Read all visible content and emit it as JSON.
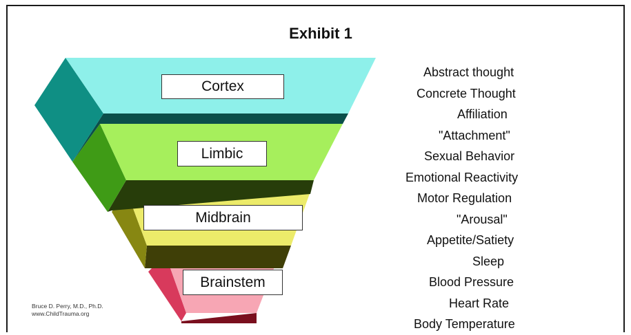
{
  "title": "Exhibit 1",
  "layers": [
    {
      "name": "Cortex",
      "color": "#8ef0ea"
    },
    {
      "name": "Limbic",
      "color": "#a6ef5c"
    },
    {
      "name": "Midbrain",
      "color": "#eceb6a"
    },
    {
      "name": "Brainstem",
      "color": "#f7a6b4"
    }
  ],
  "functions": [
    "Abstract thought",
    "Concrete Thought",
    "Affiliation",
    "\"Attachment\"",
    "Sexual Behavior",
    "Emotional Reactivity",
    "Motor Regulation",
    "\"Arousal\"",
    "Appetite/Satiety",
    "Sleep",
    "Blood Pressure",
    "Heart Rate",
    "Body Temperature"
  ],
  "credit": {
    "author": "Bruce D. Perry, M.D., Ph.D.",
    "website": "www.ChildTrauma.org"
  }
}
